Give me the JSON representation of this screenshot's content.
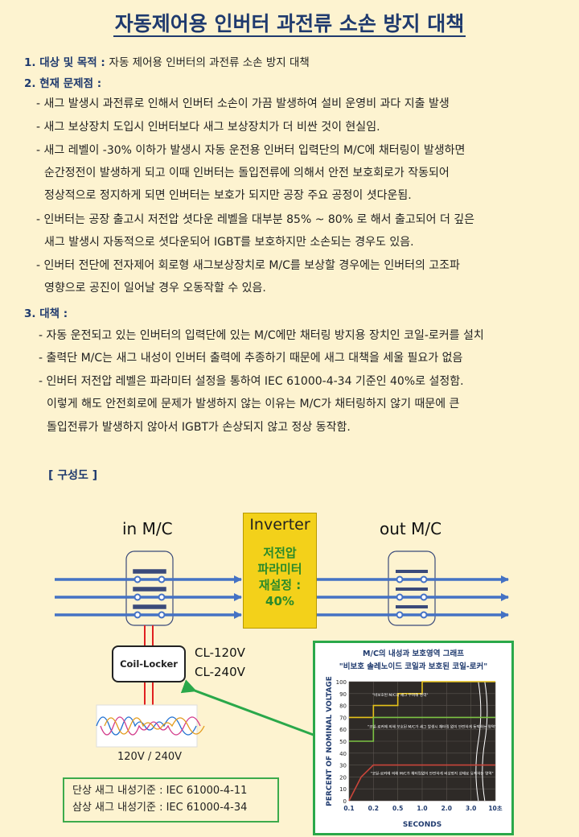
{
  "title": "자동제어용 인버터 과전류 소손 방지 대책",
  "sec1": {
    "label": "1. 대상 및 목적 :",
    "value": "자동 제어용 인버터의 과전류 소손 방지 대책"
  },
  "sec2": {
    "label": "2. 현재 문제점 :",
    "lines": [
      "- 새그 발생시  과전류로 인해서 인버터 소손이 가끔 발생하여 설비 운영비 과다 지출 발생",
      "- 새그 보상장치 도입시 인버터보다 새그 보상장치가 더 비싼 것이 현실임.",
      "- 새그 레벨이 -30% 이하가 발생시 자동 운전용 인버터 입력단의 M/C에 채터링이 발생하면",
      "순간정전이 발생하게 되고 이때 인버터는 돌입전류에 의해서 안전 보호회로가 작동되어",
      "정상적으로 정지하게 되면 인버터는 보호가 되지만 공장 주요 공정이 셧다운됨.",
      "- 인버터는 공장 출고시 저전압 셧다운 레벨을 대부분 85% ~ 80% 로 해서 출고되어 더 깊은",
      "새그 발생시 자동적으로 셧다운되어 IGBT를 보호하지만 소손되는 경우도 있음.",
      "- 인버터 전단에 전자제어 회로형 새그보상장치로 M/C를 보상할 경우에는 인버터의 고조파",
      "영향으로 공진이 일어날 경우 오동작할 수 있음."
    ]
  },
  "sec3": {
    "label": "3. 대책 :",
    "lines": [
      "- 자동 운전되고 있는 인버터의 입력단에 있는 M/C에만 채터링 방지용 장치인 코일-로커를 설치",
      "- 출력단 M/C는 새그 내성이 인버터 출력에 추종하기 때문에 새그 대책을 세울 필요가 없음",
      "- 인버터 저전압 레벨은 파라미터 설정을 통하여 IEC 61000-4-34 기준인  40%로 설정함.",
      "이렇게 해도 안전회로에 문제가 발생하지 않는 이유는  M/C가 채터링하지 않기 때문에 큰",
      "돌입전류가 발생하지 않아서 IGBT가 손상되지 않고 정상 동작함."
    ]
  },
  "diagram": {
    "heading": "[ 구성도 ]",
    "in_mc": "in M/C",
    "out_mc": "out M/C",
    "inverter": {
      "title": "Inverter",
      "lines": [
        "저전압",
        "파라미터",
        "재설정 :",
        "40%"
      ]
    },
    "coil_locker": "Coil-Locker",
    "models": [
      "CL-120V",
      "CL-240V"
    ],
    "voltage": "120V / 240V",
    "standards": [
      "단상 새그 내성기준 : IEC 61000-4-11",
      "삼상 새그 내성기준 : IEC 61000-4-34"
    ]
  },
  "chart_data": {
    "type": "line",
    "title": "M/C의 내성과 보호영역 그래프",
    "subtitle": "\"비보호 솔레노이드 코일과 보호된 코일-로커\"",
    "xlabel": "SECONDS",
    "ylabel": "PERCENT OF NOMINAL VOLTAGE",
    "x_ticks": [
      "0.1",
      "0.2",
      "0.5",
      "1.0",
      "2.0",
      "3.0",
      "10초"
    ],
    "y_ticks": [
      0,
      10,
      20,
      30,
      40,
      50,
      60,
      70,
      80,
      90,
      100
    ],
    "ylim": [
      0,
      100
    ],
    "annotations": [
      "\"비보호된 M/C의 새그 무피해 영역\"",
      "\"코일-로커에 의해 보호된 M/C가 새그 발생시 채터링 없이 안전하게 동작하는 영역\"",
      "\"코일-로커에 의해 M/C가 채터링없이 안전하게 비상정지 상태로 유지하는 영역\""
    ],
    "series": [
      {
        "color": "#e6c21a",
        "x": [
          0,
          1,
          1,
          2,
          2,
          3,
          3,
          6
        ],
        "y": [
          70,
          70,
          80,
          80,
          90,
          90,
          100,
          100
        ]
      },
      {
        "color": "#7cc243",
        "x": [
          0,
          1,
          1,
          6
        ],
        "y": [
          50,
          50,
          70,
          70
        ]
      },
      {
        "color": "#c8453a",
        "x": [
          0,
          0.5,
          1,
          6
        ],
        "y": [
          0,
          20,
          30,
          30
        ]
      }
    ]
  },
  "colors": {
    "title": "#1f3a6e",
    "bus": "#4472c4",
    "inverter": "#f3d11a",
    "green": "#2aa84a",
    "red": "#e02020"
  }
}
